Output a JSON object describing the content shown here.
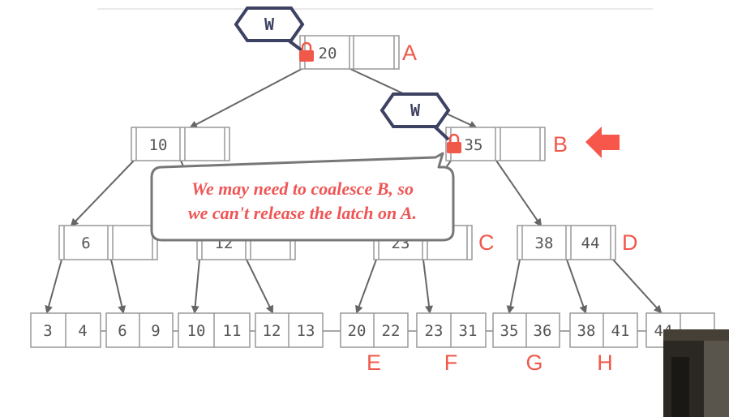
{
  "colors": {
    "accent": "#f0584a",
    "latch": "#3d4263",
    "cell_border": "#999999",
    "text": "#555555",
    "edge": "#666666"
  },
  "nodes": {
    "root": {
      "keys": [
        "20",
        ""
      ],
      "label": "A"
    },
    "mid_left": {
      "keys": [
        "10",
        ""
      ]
    },
    "mid_right": {
      "keys": [
        "35",
        ""
      ],
      "label": "B"
    },
    "inner_1": {
      "keys": [
        "6",
        ""
      ]
    },
    "inner_2": {
      "keys": [
        "12",
        ""
      ]
    },
    "inner_3": {
      "keys": [
        "23",
        ""
      ],
      "label": "C"
    },
    "inner_4": {
      "keys": [
        "38",
        "44"
      ],
      "label": "D"
    }
  },
  "leaves": [
    {
      "keys": [
        "3",
        "4"
      ],
      "label": ""
    },
    {
      "keys": [
        "6",
        "9"
      ],
      "label": ""
    },
    {
      "keys": [
        "10",
        "11"
      ],
      "label": ""
    },
    {
      "keys": [
        "12",
        "13"
      ],
      "label": ""
    },
    {
      "keys": [
        "20",
        "22"
      ],
      "label": "E"
    },
    {
      "keys": [
        "23",
        "31"
      ],
      "label": "F"
    },
    {
      "keys": [
        "35",
        "36"
      ],
      "label": "G"
    },
    {
      "keys": [
        "38",
        "41"
      ],
      "label": "H"
    },
    {
      "keys": [
        "44",
        ""
      ],
      "label": ""
    }
  ],
  "latches": [
    {
      "mode": "W",
      "on": "A"
    },
    {
      "mode": "W",
      "on": "B"
    }
  ],
  "callout": {
    "line1": "We may need to coalesce B, so",
    "line2": "we can't release the latch on A."
  }
}
